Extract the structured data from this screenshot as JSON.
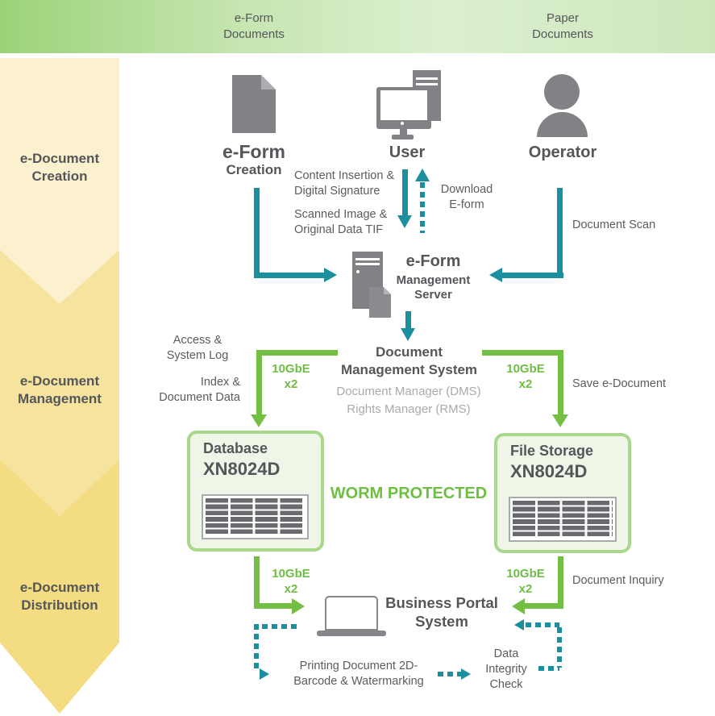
{
  "header": {
    "tab_eform": "e-Form\nDocuments",
    "tab_paper": "Paper\nDocuments"
  },
  "sidebar": {
    "items": [
      {
        "label": "e-Document\nCreation"
      },
      {
        "label": "e-Document\nManagement"
      },
      {
        "label": "e-Document\nDistribution"
      }
    ]
  },
  "actors": {
    "eform": {
      "title": "e-Form",
      "subtitle": "Creation"
    },
    "user": {
      "label": "User"
    },
    "operator": {
      "label": "Operator"
    }
  },
  "server": {
    "line1": "e-Form",
    "line2": "Management",
    "line3": "Server"
  },
  "dms": {
    "title": "Document\nManagement System",
    "sub1": "Document Manager (DMS)",
    "sub2": "Rights Manager (RMS)"
  },
  "link": {
    "speed": "10GbE",
    "count": "x2"
  },
  "storage": {
    "worm": "WORM PROTECTED",
    "database": {
      "name": "Database",
      "model": "XN8024D"
    },
    "file": {
      "name": "File Storage",
      "model": "XN8024D"
    }
  },
  "portal": {
    "title": "Business Portal\nSystem"
  },
  "labels": {
    "content_insertion": "Content Insertion &\nDigital Signature",
    "scanned_image": "Scanned Image &\nOriginal Data TIF",
    "download_eform": "Download\nE-form",
    "document_scan": "Document Scan",
    "access_log": "Access &\nSystem Log",
    "index_data": "Index &\nDocument Data",
    "save_edocument": "Save e-Document",
    "document_inquiry": "Document Inquiry",
    "printing": "Printing Document 2D-\nBarcode & Watermarking",
    "integrity": "Data\nIntegrity\nCheck"
  },
  "colors": {
    "teal": "#1C8F9E",
    "green": "#72BF44",
    "dark_text": "#55565A",
    "gray_text": "#A8AAAD",
    "icon_gray": "#818285",
    "box_border": "#A9D78C",
    "box_fill": "#EFF6E8",
    "chevron_1": "#FBF1CE",
    "chevron_2": "#F6E49E",
    "chevron_3": "#F3DC82"
  }
}
